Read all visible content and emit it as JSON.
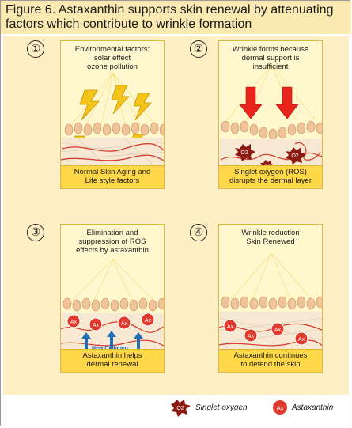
{
  "figure": {
    "title_line1": "Figure 6. Astaxanthin supports skin renewal by attenuating",
    "title_line2": "factors which contribute to wrinkle formation"
  },
  "panels": [
    {
      "number": "①",
      "top_caption": [
        "Environmental factors:",
        "solar effect",
        "ozone pollution"
      ],
      "bottom_caption": [
        "Normal Skin Aging and",
        "Life style factors"
      ]
    },
    {
      "number": "②",
      "top_caption": [
        "Wrinkle forms because",
        "dermal support is",
        "insufficient"
      ],
      "bottom_caption": [
        "Singlet oxygen (ROS)",
        "disrupts the dermal layer"
      ],
      "molecule_label": "O2"
    },
    {
      "number": "③",
      "top_caption": [
        "Elimination and",
        "suppression of ROS",
        "effects by astaxanthin"
      ],
      "bottom_caption": [
        "Astaxanthin helps",
        "dermal renewal"
      ],
      "annotation": "New Collagen",
      "molecule_label": "Ax"
    },
    {
      "number": "④",
      "top_caption": [
        "Wrinkle reduction",
        "Skin Renewed"
      ],
      "bottom_caption": [
        "Astaxanthin continues",
        "to defend the skin"
      ],
      "molecule_label": "Ax"
    }
  ],
  "legend": {
    "singlet_oxygen_symbol": "O2",
    "singlet_oxygen_label": "Singlet oxygen",
    "astaxanthin_symbol": "Ax",
    "astaxanthin_label": "Astaxanthin"
  },
  "colors": {
    "title_band": "#fbe9b2",
    "panel_area": "#fcefc4",
    "caption_band": "#ffd84a",
    "singlet_oxygen": "#8b1a12",
    "astaxanthin": "#e03a2c",
    "lightning": "#f4c518",
    "pressure_arrow": "#e8231a",
    "collagen_arrow": "#1f6fb8",
    "fibers": "#d43a2a"
  }
}
